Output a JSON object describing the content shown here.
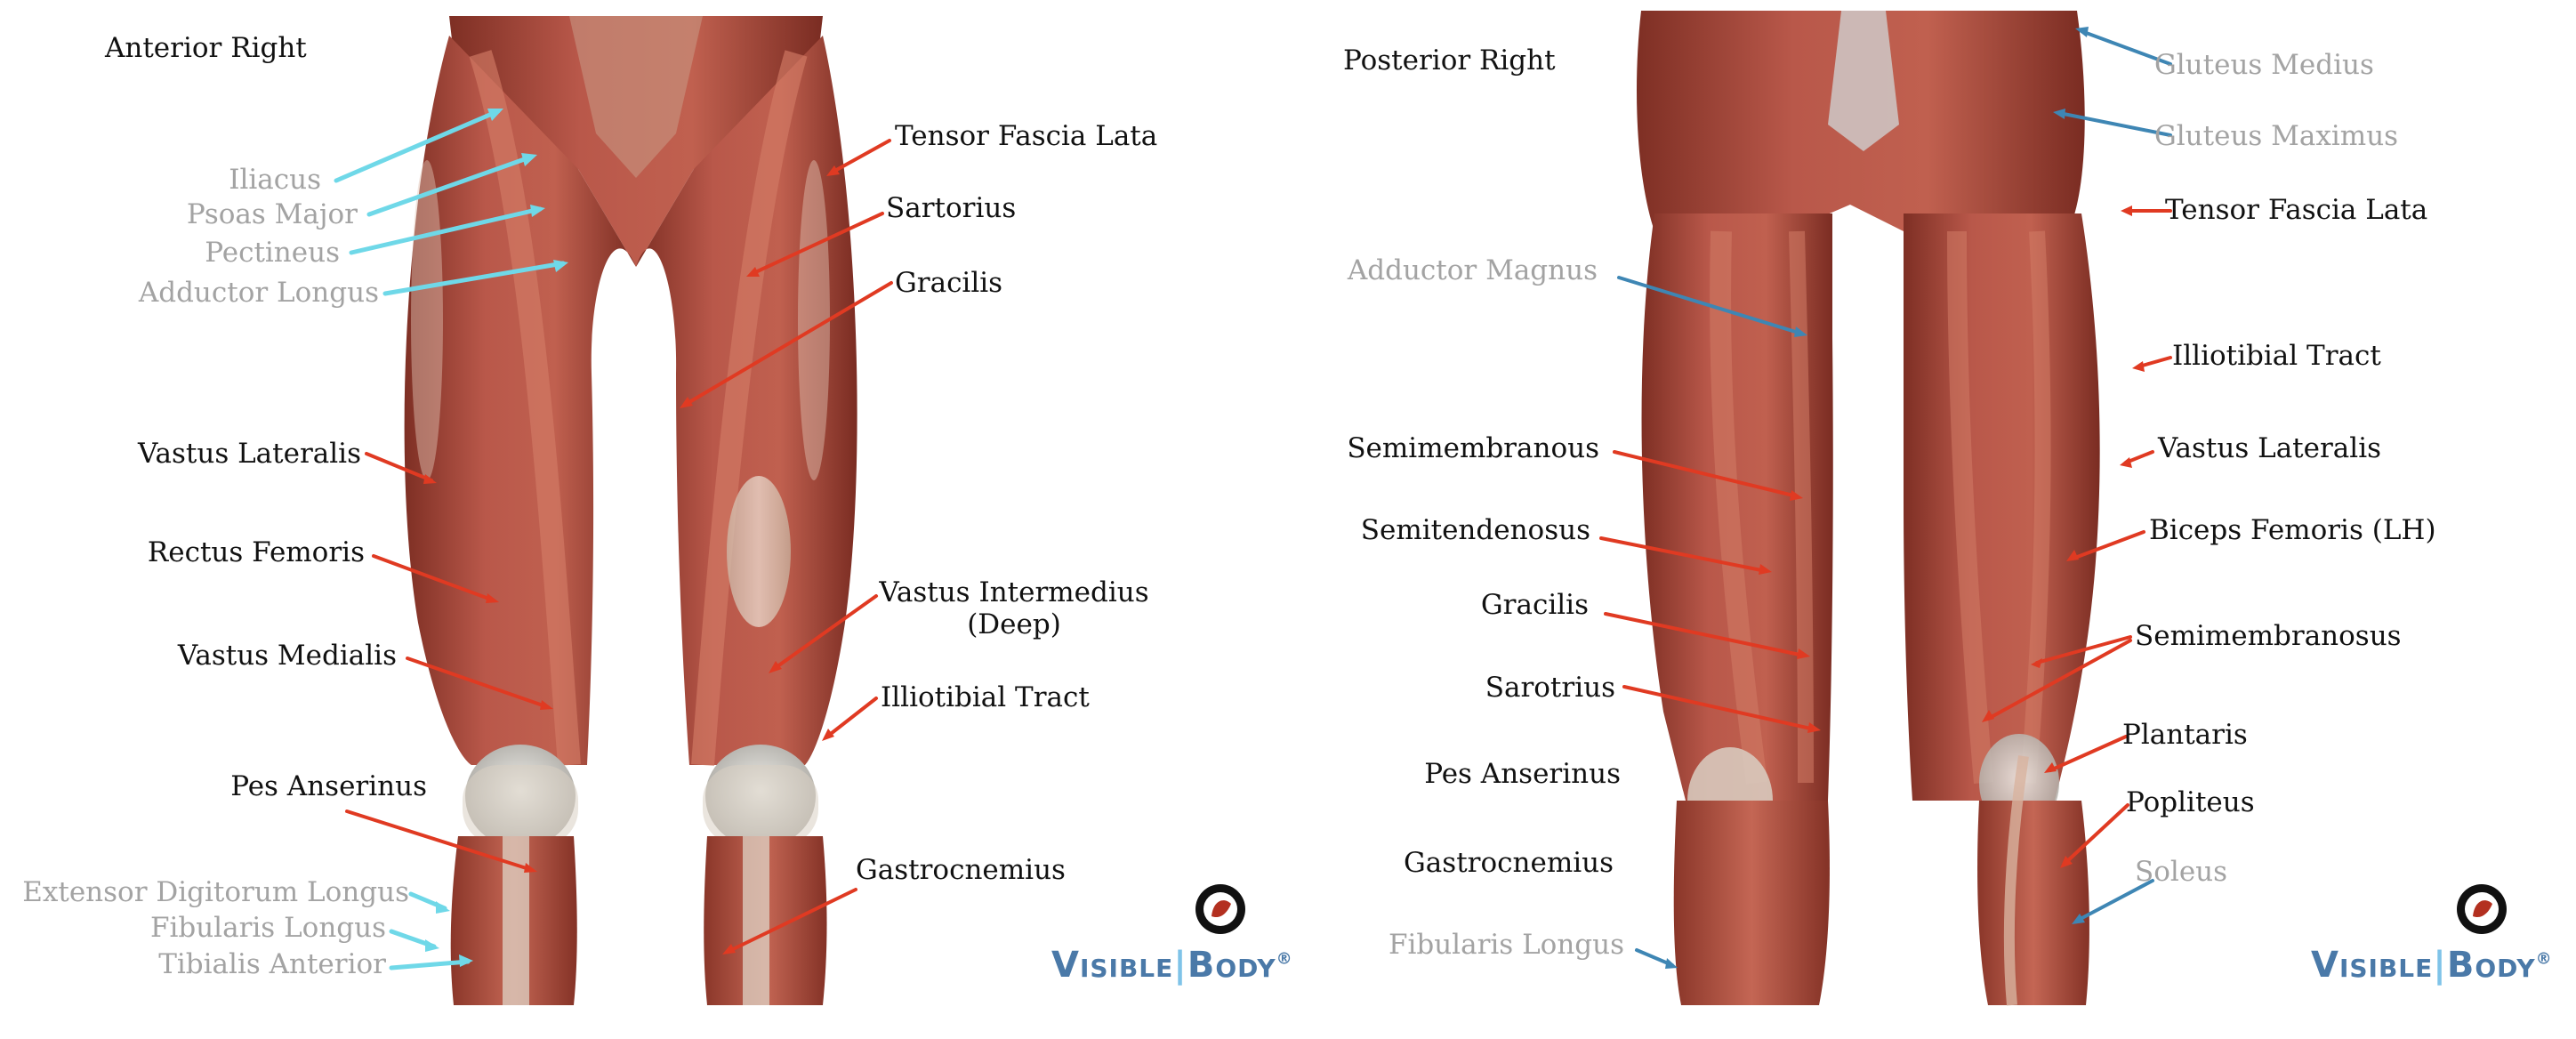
{
  "colors": {
    "muscle_red": "#b04a3c",
    "red_arrow": "#e03a22",
    "cyan_arrow": "#6fd8e8",
    "blue_arrow": "#3e86b4",
    "gray_label": "#a3a3a3",
    "logo_blue": "#4a79a8"
  },
  "left_panel": {
    "title": "Anterior Right",
    "labels": {
      "iliacus": "Iliacus",
      "psoas_major": "Psoas Major",
      "pectineus": "Pectineus",
      "adductor_longus": "Adductor Longus",
      "vastus_lateralis": "Vastus Lateralis",
      "rectus_femoris": "Rectus Femoris",
      "vastus_medialis": "Vastus Medialis",
      "pes_anserinus": "Pes Anserinus",
      "extensor_digitorum_longus": "Extensor Digitorum Longus",
      "fibularis_longus": "Fibularis Longus",
      "tibialis_anterior": "Tibialis Anterior",
      "tensor_fascia_lata": "Tensor Fascia Lata",
      "sartorius": "Sartorius",
      "gracilis": "Gracilis",
      "vastus_intermedius_1": "Vastus Intermedius",
      "vastus_intermedius_2": "(Deep)",
      "illiotibial_tract": "Illiotibial Tract",
      "gastrocnemius": "Gastrocnemius"
    }
  },
  "right_panel": {
    "title": "Posterior Right",
    "labels": {
      "gluteus_medius": "Gluteus Medius",
      "gluteus_maximus": "Gluteus Maximus",
      "tensor_fascia_lata": "Tensor Fascia Lata",
      "adductor_magnus": "Adductor Magnus",
      "illiotibial_tract": "Illiotibial Tract",
      "semimembranous": "Semimembranous",
      "vastus_lateralis": "Vastus Lateralis",
      "semitendenosus": "Semitendenosus",
      "biceps_femoris": "Biceps Femoris (LH)",
      "gracilis": "Gracilis",
      "semimembranosus": "Semimembranosus",
      "sarotrius": "Sarotrius",
      "plantaris": "Plantaris",
      "pes_anserinus": "Pes Anserinus",
      "popliteus": "Popliteus",
      "gastrocnemius": "Gastrocnemius",
      "soleus": "Soleus",
      "fibularis_longus": "Fibularis Longus"
    }
  },
  "logo": {
    "part1": "Visible",
    "part2": "Body",
    "mark": "®"
  }
}
